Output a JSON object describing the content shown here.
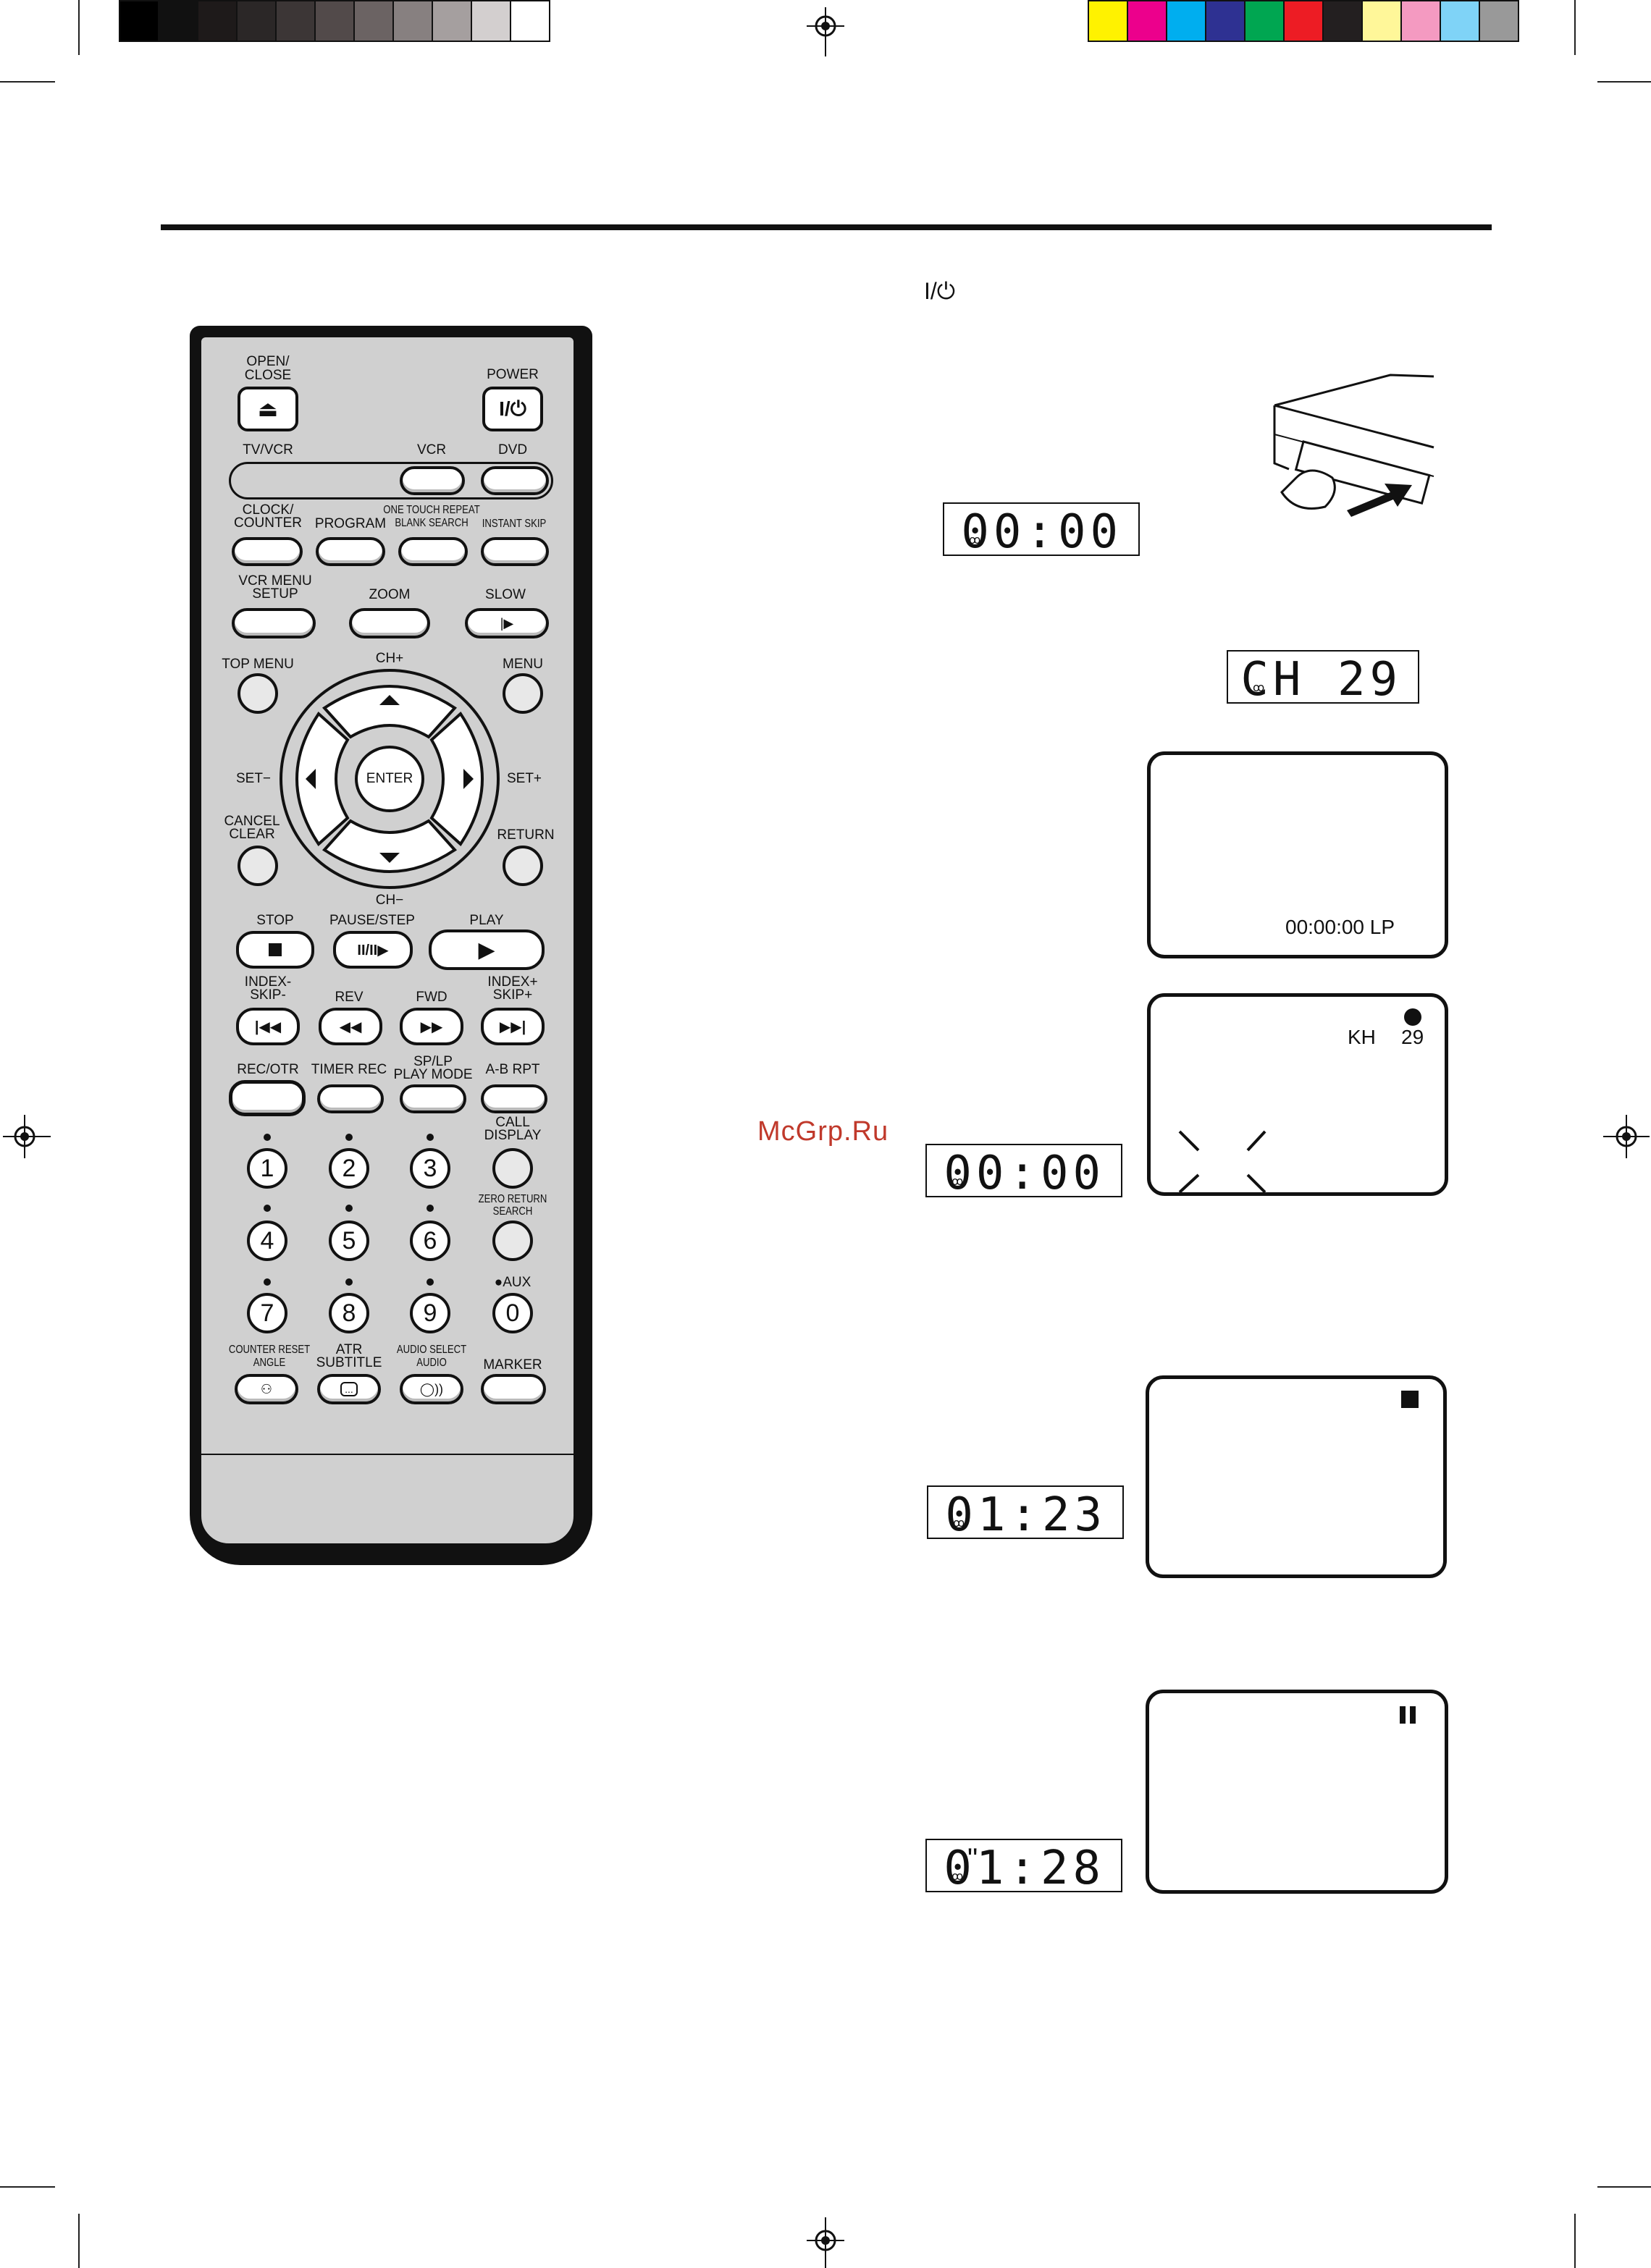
{
  "color_bar": {
    "grays": [
      "#000000",
      "#111111",
      "#1e1a1a",
      "#2b2727",
      "#3c3636",
      "#524a4a",
      "#6b6363",
      "#878080",
      "#a59f9f",
      "#d3cfcf",
      "#ffffff"
    ],
    "colors": [
      "#fff200",
      "#ec008c",
      "#00aeef",
      "#2e3192",
      "#00a651",
      "#ed1c24",
      "#231f20",
      "#fff799",
      "#f49ac1",
      "#7fd3f7",
      "#999999"
    ]
  },
  "header": {
    "power_symbol": "I/⏻"
  },
  "watermark": "McGrp.Ru",
  "remote": {
    "labels": {
      "open_close": "OPEN/\nCLOSE",
      "power": "POWER",
      "power_key": "I/⏻",
      "tv_vcr": "TV/VCR",
      "vcr": "VCR",
      "dvd": "DVD",
      "clock_counter": "CLOCK/\nCOUNTER",
      "program": "PROGRAM",
      "one_touch": "ONE TOUCH REPEAT\nBLANK SEARCH",
      "instant_skip": "INSTANT SKIP",
      "vcr_menu_setup": "VCR MENU\nSETUP",
      "zoom": "ZOOM",
      "slow": "SLOW",
      "top_menu": "TOP MENU",
      "menu": "MENU",
      "ch_plus": "CH+",
      "ch_minus": "CH−",
      "set_minus": "SET−",
      "set_plus": "SET+",
      "enter": "ENTER",
      "cancel_clear": "CANCEL\nCLEAR",
      "return": "RETURN",
      "stop": "STOP",
      "pause_step": "PAUSE/STEP",
      "play": "PLAY",
      "index_skip_minus": "INDEX-\nSKIP-",
      "rev": "REV",
      "fwd": "FWD",
      "index_skip_plus": "INDEX+\nSKIP+",
      "rec_otr": "REC/OTR",
      "timer_rec": "TIMER REC",
      "sp_lp": "SP/LP\nPLAY MODE",
      "ab_rpt": "A-B RPT",
      "call_display": "CALL\nDISPLAY",
      "zero_return": "ZERO RETURN\nSEARCH",
      "aux": "●AUX",
      "counter_reset_angle": "COUNTER RESET\nANGLE",
      "atr_subtitle": "ATR\nSUBTITLE",
      "audio_select": "AUDIO SELECT\nAUDIO",
      "marker": "MARKER"
    },
    "numbers": [
      "1",
      "2",
      "3",
      "4",
      "5",
      "6",
      "7",
      "8",
      "9",
      "0"
    ]
  },
  "displays": {
    "lcd1": "00:00",
    "lcd2": "CH 29",
    "lcd3": "00:00",
    "lcd4": "01:23",
    "lcd5": "01:28",
    "lcd5_prefix": "\""
  },
  "screens": {
    "play_counter": "00:00:00 LP",
    "rec_channel": "KH",
    "rec_number": "29"
  }
}
